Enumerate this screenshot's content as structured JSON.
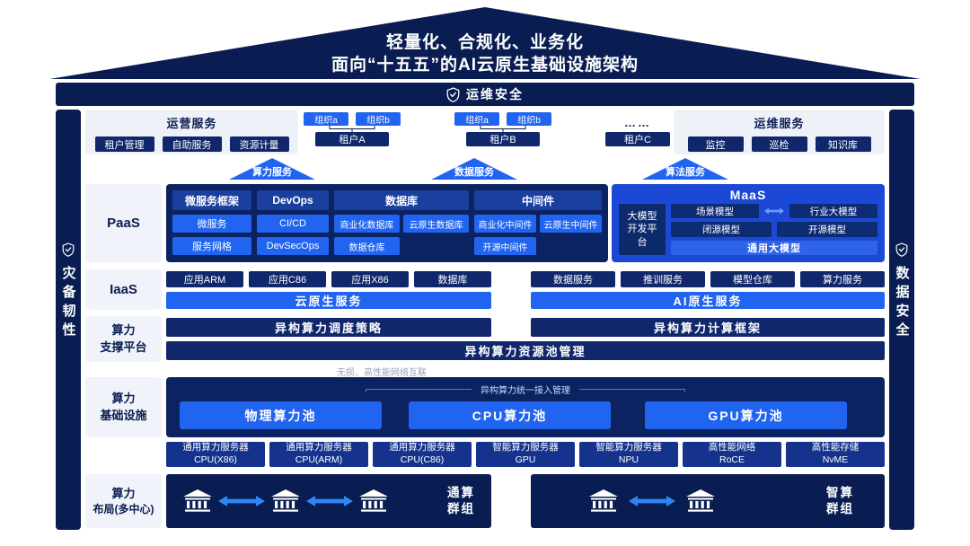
{
  "banner": {
    "line1": "轻量化、合规化、业务化",
    "line2": "面向“十五五”的AI云原生基础设施架构"
  },
  "security": {
    "top": "运维安全",
    "left": "灾备韧性",
    "right": "数据安全"
  },
  "operation": {
    "title": "运营服务",
    "items": [
      "租户管理",
      "自助服务",
      "资源计量"
    ]
  },
  "tenant_groups": [
    {
      "org1": "组织a",
      "org2": "组织b",
      "tenant": "租户A"
    },
    {
      "org1": "组织a",
      "org2": "组织b",
      "tenant": "租户B"
    }
  ],
  "tenants_misc": {
    "ellipsis": "……",
    "tenant_c": "租户C"
  },
  "maintenance": {
    "title": "运维服务",
    "items": [
      "监控",
      "巡检",
      "知识库"
    ]
  },
  "service_arrows": [
    "算力服务",
    "数据服务",
    "算法服务"
  ],
  "paas": {
    "label": "PaaS",
    "columns": [
      {
        "title": "微服务框架",
        "items": [
          "微服务",
          "服务网格"
        ]
      },
      {
        "title": "DevOps",
        "items": [
          "CI/CD",
          "DevSecOps"
        ]
      },
      {
        "title": "数据库",
        "items": [
          "商业化数据库",
          "云原生数据库",
          "数据仓库"
        ]
      },
      {
        "title": "中间件",
        "items": [
          "商业化中间件",
          "云原生中间件",
          "开源中间件"
        ]
      }
    ],
    "maas": {
      "title": "MaaS",
      "platform": "大模型开发平台",
      "scene": "场景模型",
      "industry": "行业大模型",
      "closed": "闭源模型",
      "open": "开源模型",
      "general": "通用大模型"
    }
  },
  "iaas": {
    "label": "IaaS",
    "left": {
      "items": [
        "应用ARM",
        "应用C86",
        "应用X86",
        "数据库"
      ],
      "bar": "云原生服务"
    },
    "right": {
      "items": [
        "数据服务",
        "推训服务",
        "模型仓库",
        "算力服务"
      ],
      "bar": "AI原生服务"
    }
  },
  "support": {
    "label_line1": "算力",
    "label_line2": "支撑平台",
    "top_left": "异构算力调度策略",
    "top_right": "异构算力计算框架",
    "bottom": "异构算力资源池管理"
  },
  "network_note": "无损、高性能网络互联",
  "infra": {
    "label_line1": "算力",
    "label_line2": "基础设施",
    "access": "异构算力统一接入管理",
    "pools": [
      "物理算力池",
      "CPU算力池",
      "GPU算力池"
    ],
    "servers": [
      {
        "name": "通用算力服务器",
        "spec": "CPU(X86)"
      },
      {
        "name": "通用算力服务器",
        "spec": "CPU(ARM)"
      },
      {
        "name": "通用算力服务器",
        "spec": "CPU(C86)"
      },
      {
        "name": "智能算力服务器",
        "spec": "GPU"
      },
      {
        "name": "智能算力服务器",
        "spec": "NPU"
      },
      {
        "name": "高性能网络",
        "spec": "RoCE"
      },
      {
        "name": "高性能存储",
        "spec": "NvME"
      }
    ]
  },
  "clusters": {
    "label_line1": "算力",
    "label_line2": "布局(多中心)",
    "left": {
      "line1": "通算",
      "line2": "群组"
    },
    "right": {
      "line1": "智算",
      "line2": "群组"
    }
  },
  "colors": {
    "navy": "#0A1D52",
    "panel_navy": "#0C2361",
    "bright_blue": "#2064F0",
    "maas_blue": "#1B49D6",
    "pill_navy": "#10276B",
    "server_blue": "#15338C",
    "arrow_blue": "#2E86F5"
  }
}
